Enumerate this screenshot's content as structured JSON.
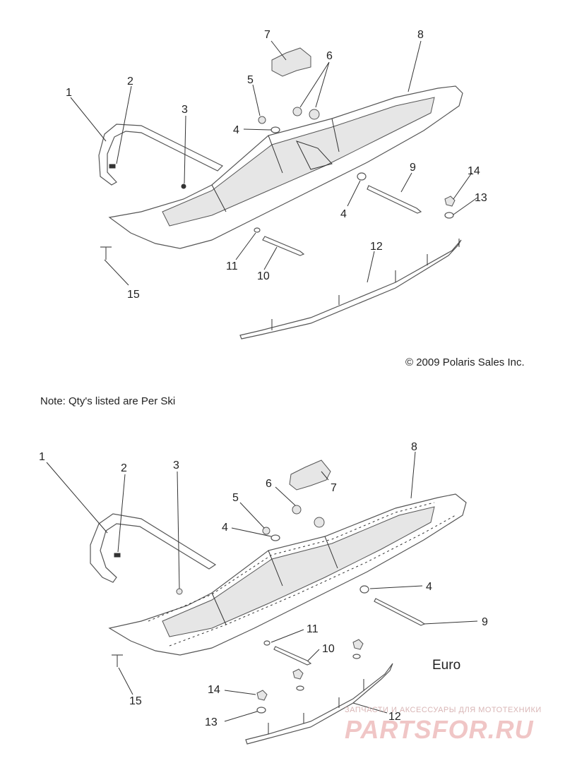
{
  "copyright": "© 2009 Polaris Sales Inc.",
  "note": "Note: Qty's listed are Per Ski",
  "euro_label": "Euro",
  "watermark": {
    "line1": "ЗАПЧАСТИ И АКСЕССУАРЫ ДЛЯ МОТОТЕХНИКИ",
    "line2": "PARTSFOR.RU"
  },
  "top_callouts": [
    "1",
    "2",
    "3",
    "4",
    "5",
    "6",
    "7",
    "8",
    "9",
    "4",
    "14",
    "13",
    "11",
    "10",
    "12",
    "15"
  ],
  "bottom_callouts": [
    "1",
    "2",
    "3",
    "5",
    "6",
    "7",
    "8",
    "4",
    "4",
    "9",
    "11",
    "10",
    "14",
    "13",
    "12",
    "15"
  ]
}
